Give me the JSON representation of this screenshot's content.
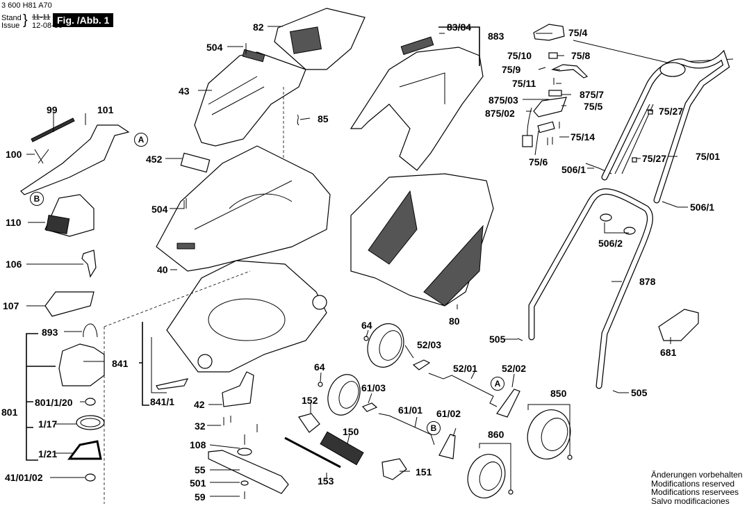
{
  "header": {
    "doc_number": "3 600 H81 A70",
    "stand_label": "Stand",
    "issue_label": "Issue",
    "stand_value_struck": "11-11",
    "issue_value": "12-08-30",
    "figure_label": "Fig. /Abb. 1"
  },
  "notice": {
    "lines": [
      "Änderungen vorbehalten",
      "Modifications reserved",
      "Modifications reservees",
      "Salvo modificaciones"
    ]
  },
  "connectors": {
    "A": "A",
    "B": "B"
  },
  "labels": {
    "l82": "82",
    "l504a": "504",
    "l43": "43",
    "l85": "85",
    "l99": "99",
    "l101": "101",
    "l100": "100",
    "l452": "452",
    "l504b": "504",
    "l110": "110",
    "l40": "40",
    "l106": "106",
    "l107": "107",
    "l893": "893",
    "l841": "841",
    "l801": "801",
    "l801_1_20": "801/1/20",
    "l1_17": "1/17",
    "l1_21": "1/21",
    "l41_01_02": "41/01/02",
    "l841_1": "841/1",
    "l42": "42",
    "l32": "32",
    "l108": "108",
    "l55": "55",
    "l501": "501",
    "l59": "59",
    "l83_84": "83/84",
    "l883": "883",
    "l80": "80",
    "l75_4": "75/4",
    "l75_10": "75/10",
    "l75_8": "75/8",
    "l75_9": "75/9",
    "l75_11": "75/11",
    "l875_03": "875/03",
    "l875_7": "875/7",
    "l875_02": "875/02",
    "l75_5": "75/5",
    "l75_14": "75/14",
    "l75_6": "75/6",
    "l506_1a": "506/1",
    "l75_27a": "75/27",
    "l75_27b": "75/27",
    "l75_01": "75/01",
    "l506_1b": "506/1",
    "l506_2": "506/2",
    "l878": "878",
    "l681": "681",
    "l505b": "505",
    "l64a": "64",
    "l52_03": "52/03",
    "l505a": "505",
    "l52_01": "52/01",
    "l52_02": "52/02",
    "l64b": "64",
    "l61_03": "61/03",
    "l152": "152",
    "l61_01": "61/01",
    "l61_02": "61/02",
    "l850": "850",
    "l150": "150",
    "l860": "860",
    "l153": "153",
    "l151": "151"
  }
}
